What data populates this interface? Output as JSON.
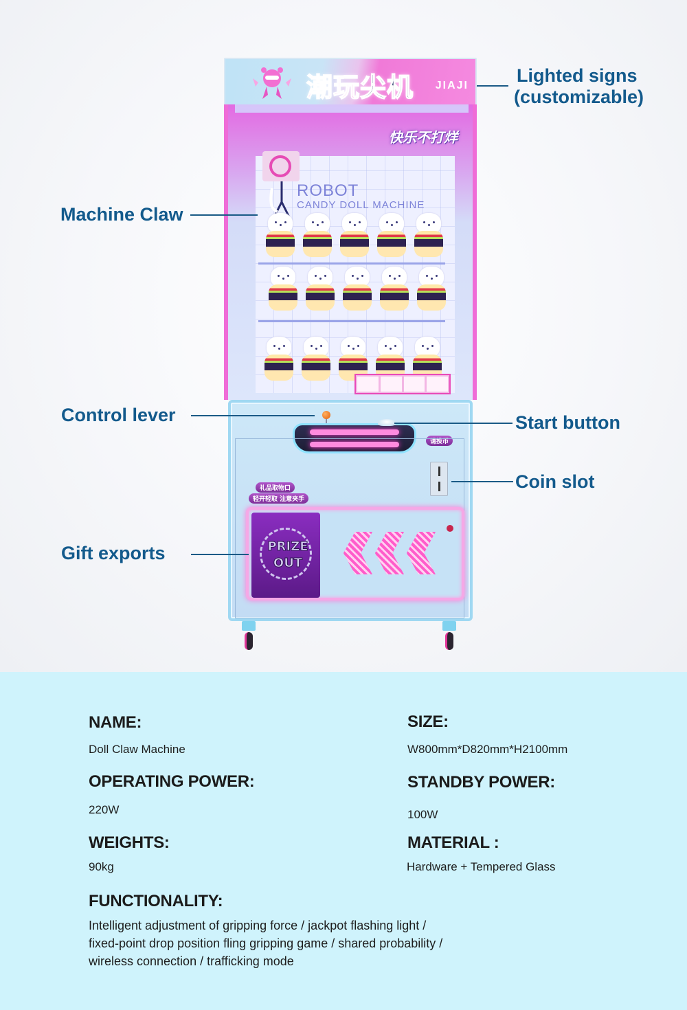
{
  "product_image": {
    "sign_title_pink": "潮玩",
    "sign_title_dark": "尖机",
    "sign_subtitle": "JIAJI",
    "cabinet_slogan": "快乐不打烊",
    "glass_brand_line1": "ROBOT",
    "glass_brand_line2": "CANDY DOLL MACHINE",
    "coin_tag": "请投币",
    "prize_tag_1": "礼品取物口",
    "prize_tag_2": "轻开轻取 注意夹手",
    "prize_logo_line1": "PRIZE",
    "prize_logo_line2": "OUT"
  },
  "callouts": {
    "lighted_signs_1": "Lighted signs",
    "lighted_signs_2": "(customizable)",
    "machine_claw": "Machine Claw",
    "control_lever": "Control lever",
    "start_button": "Start button",
    "coin_slot": "Coin slot",
    "gift_exports": "Gift exports"
  },
  "specs": {
    "name": {
      "label": "NAME:",
      "value": "Doll Claw Machine"
    },
    "size": {
      "label": "SIZE:",
      "value": "W800mm*D820mm*H2100mm"
    },
    "operating_power": {
      "label": "OPERATING POWER:",
      "value": "220W"
    },
    "standby_power": {
      "label": "STANDBY POWER:",
      "value": "100W"
    },
    "weights": {
      "label": "WEIGHTS:",
      "value": "90kg"
    },
    "material": {
      "label": "MATERIAL :",
      "value": "Hardware + Tempered Glass"
    },
    "functionality": {
      "label": "FUNCTIONALITY:",
      "line1": "Intelligent adjustment of gripping force / jackpot flashing light /",
      "line2": "fixed-point drop position fling gripping game / shared probability /",
      "line3": "wireless connection / trafficking mode"
    }
  },
  "colors": {
    "callout_text": "#135a8c",
    "spec_background": "#cff3fc",
    "hero_background": "#f4f5f8",
    "neon_pink": "#ff5ccb",
    "cabinet_blue": "#9fd8f2"
  }
}
